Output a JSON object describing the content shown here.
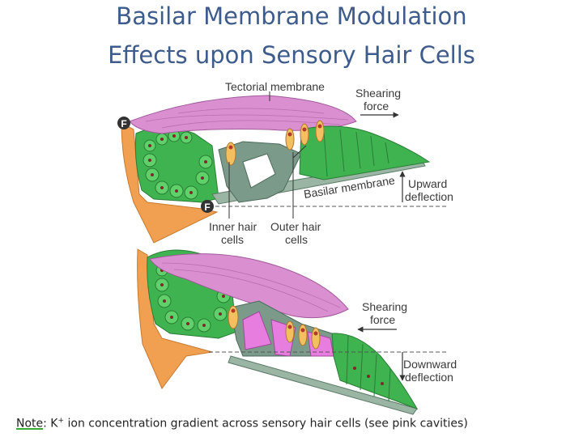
{
  "title": {
    "line1": "Basilar Membrane Modulation",
    "line2": "Effects upon Sensory Hair Cells"
  },
  "top_panel": {
    "tectorial_membrane": "Tectorial membrane",
    "shearing": "Shearing",
    "force": "force",
    "basilar_membrane": "Basilar membrane",
    "upward": "Upward",
    "deflection": "deflection",
    "inner_hair": "Inner hair",
    "inner_cells": "cells",
    "outer_hair": "Outer hair",
    "outer_cells": "cells",
    "marker_f": "F"
  },
  "bottom_panel": {
    "shearing": "Shearing",
    "force": "force",
    "downward": "Downward",
    "deflection": "deflection"
  },
  "note": {
    "label": "Note",
    "text_before": ": K",
    "superscript": "+",
    "text_after": " ion concentration gradient across sensory hair cells (see pink cavities)"
  },
  "colors": {
    "title": "#3d5c8c",
    "tectorial": "#d98fd0",
    "bone": "#f0a050",
    "cells": "#3fb34f",
    "pillar": "#7b9a8a",
    "hair_cell": "#f2c060",
    "cavity": "#e87de0"
  }
}
